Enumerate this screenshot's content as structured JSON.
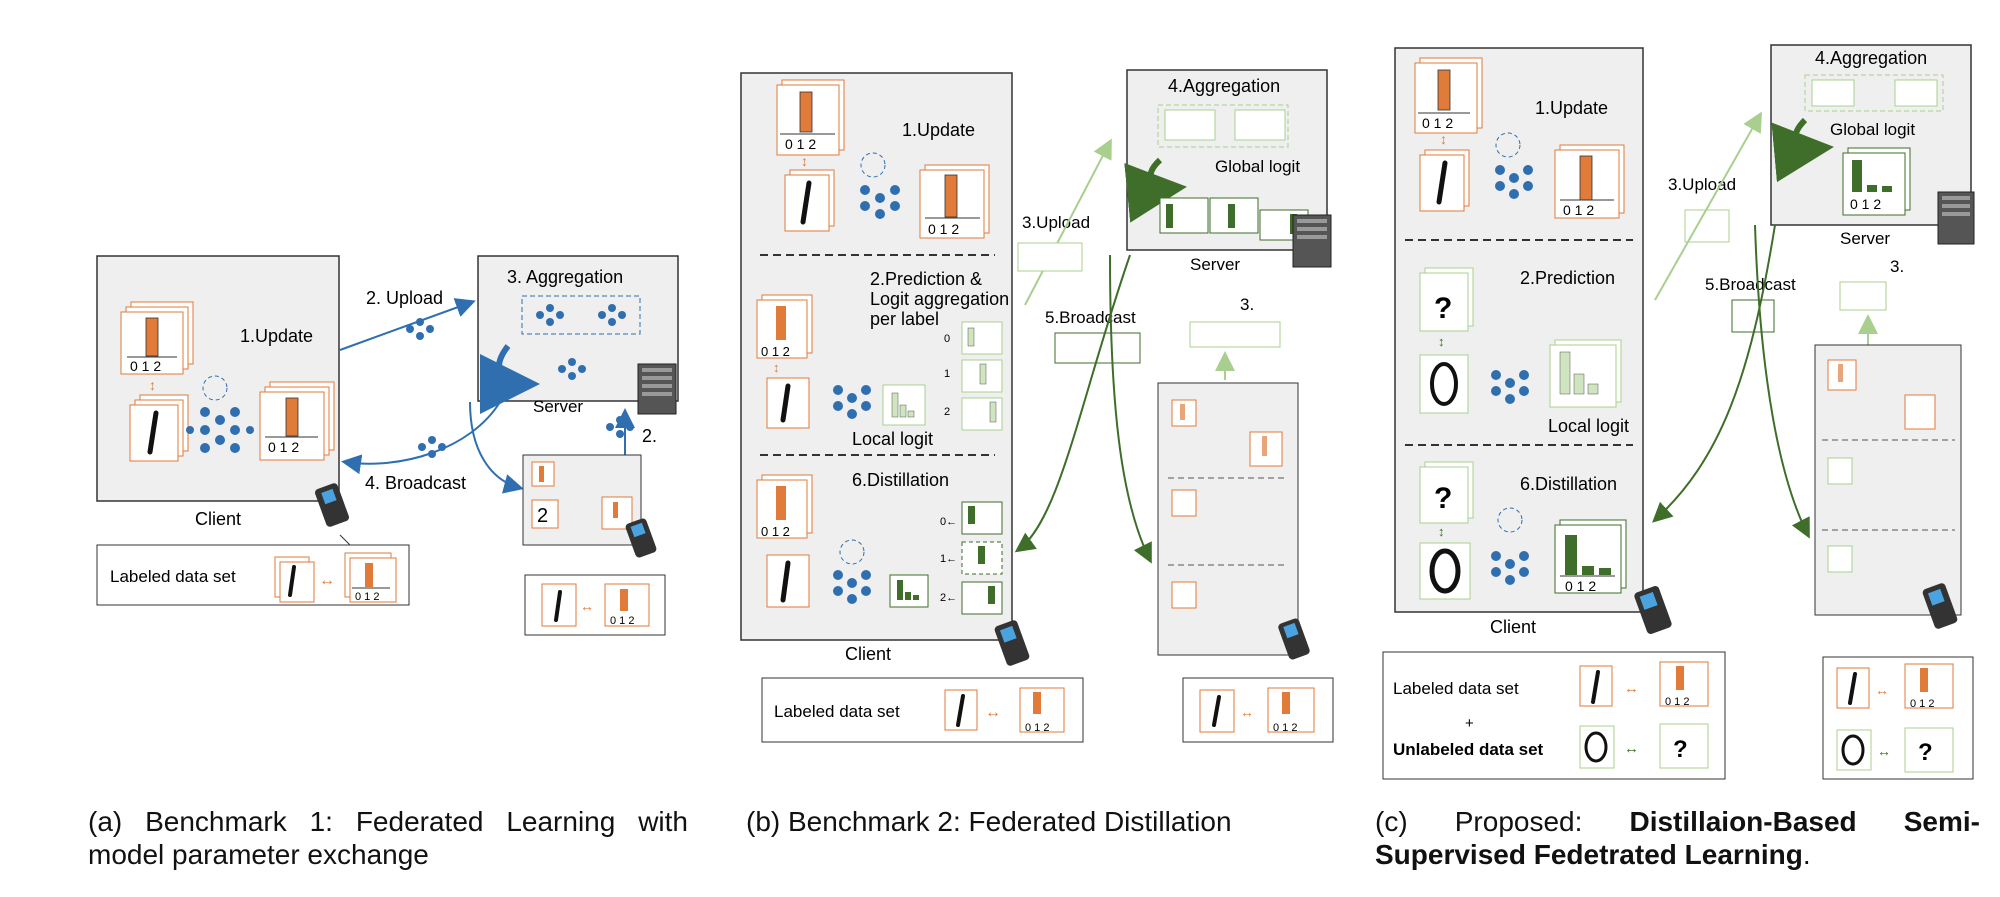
{
  "colors": {
    "orange": "#e07b39",
    "blue": "#2f6fb0",
    "green_dark": "#3f6e2a",
    "green_light": "#a9cf8f",
    "panel": "#efefef",
    "border": "#333333"
  },
  "panel_a": {
    "step_update": "1.Update",
    "step_upload": "2. Upload",
    "step_aggregation": "3. Aggregation",
    "step_broadcast": "4. Broadcast",
    "step_2": "2.",
    "server": "Server",
    "client": "Client",
    "labeled_data_set": "Labeled data set",
    "axis_ticks": "0 1 2",
    "digit": "I"
  },
  "panel_b": {
    "step_update": "1.Update",
    "step_prediction": "2.Prediction &",
    "step_logit": "Logit aggregation",
    "step_per_label": "per label",
    "local_logit": "Local logit",
    "step_distillation": "6.Distillation",
    "step_upload": "3.Upload",
    "step_aggregation": "4.Aggregation",
    "global_logit": "Global logit",
    "step_broadcast": "5.Broadcast",
    "step_3": "3.",
    "server": "Server",
    "client": "Client",
    "labeled_data_set": "Labeled data set",
    "axis_ticks": "0 1 2",
    "label_0": "0",
    "label_1": "1",
    "label_2": "2",
    "label_0_arrow": "0←",
    "label_1_arrow": "1←",
    "label_2_arrow": "2←"
  },
  "panel_c": {
    "step_update": "1.Update",
    "step_prediction": "2.Prediction",
    "local_logit": "Local logit",
    "step_distillation": "6.Distillation",
    "step_upload": "3.Upload",
    "step_aggregation": "4.Aggregation",
    "global_logit": "Global logit",
    "step_broadcast": "5.Broadcast",
    "step_3": "3.",
    "server": "Server",
    "client": "Client",
    "labeled_data_set": "Labeled data set",
    "plus": "+",
    "unlabeled_data_set": "Unlabeled data set",
    "question": "?",
    "axis_ticks": "0 1 2",
    "digit_zero": "O"
  },
  "captions": {
    "a": "(a) Benchmark 1: Federated Learning with model parameter exchange",
    "b": "(b) Benchmark 2: Federated Distillation",
    "c_prefix": "(c) Proposed: ",
    "c_bold": "Distillaion-Based Semi-Supervised Fedetrated Learning",
    "c_suffix": "."
  }
}
